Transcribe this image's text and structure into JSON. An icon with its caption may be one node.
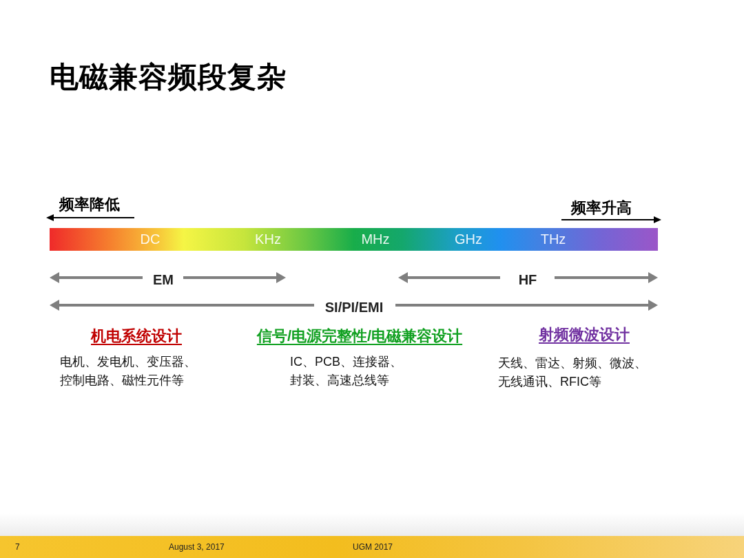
{
  "diagram": {
    "title": "电磁兼容频段复杂",
    "nodes": [
      {
        "text": [
          "DC",
          "KHz",
          "MHz",
          "GHz",
          "THz"
        ]
      }
    ],
    "labels": [
      "频率降低",
      "频率升高",
      "EM",
      "HF",
      "SI/PI/EMI",
      "机电系统设计",
      "信号/电源完整性/电磁兼容设计",
      "射频微波设计",
      "电机、发电机、变压器、控制电路、磁性元件等",
      "IC、PCB、连接器、封装、高速总线等",
      "天线、雷达、射频、微波、无线通讯、RFIC等",
      "7",
      "August 3, 2017",
      "UGM 2017"
    ]
  }
}
